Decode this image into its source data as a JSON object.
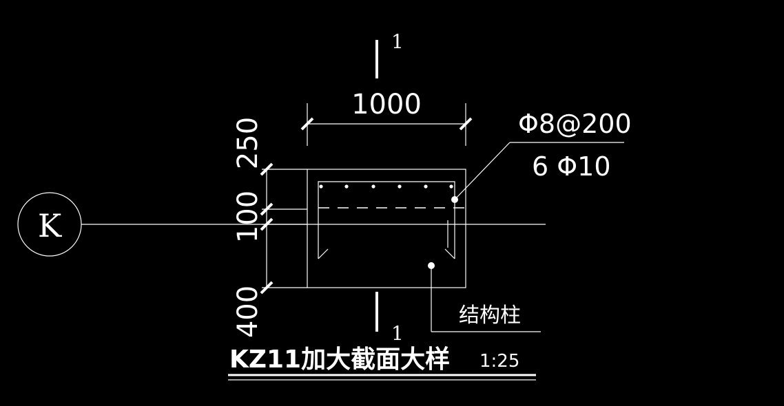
{
  "drawing": {
    "background": "#000000",
    "line_color": "#ffffff",
    "grid_axis_label": "K",
    "section_mark_top": "1",
    "section_mark_bottom": "1",
    "dim_width": "1000",
    "dim_top": "250",
    "dim_middle": "100",
    "dim_bottom": "400",
    "rebar_stirrup": "Φ8@200",
    "rebar_main": "6 Φ10",
    "callout_column": "结构柱",
    "title": "KZ11加大截面大样",
    "scale": "1:25"
  }
}
